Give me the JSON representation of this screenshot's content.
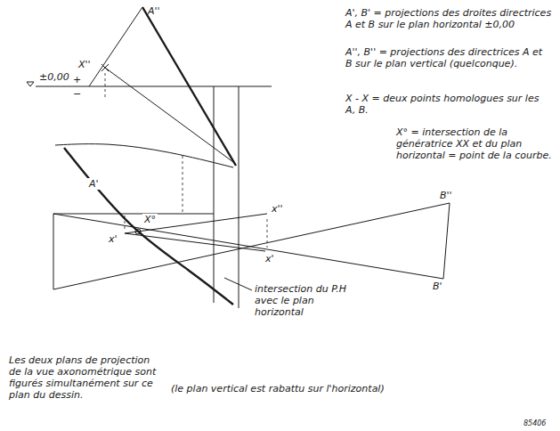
{
  "diagram": {
    "labels": [
      "A', B' = projections des droites directrices A et B sur le plan horizontal ±0,00",
      "A'', B'' = projections des directrices A et B sur le plan vertical (quelconque).",
      "X - X = deux points homologues sur les A, B.",
      "X° = intersection de la génératrice XX et du plan horizontal = point de la courbe.",
      "A''",
      "X''",
      "±0,00",
      "+",
      "−",
      "A'",
      "B''",
      "B'",
      "X°",
      "x'",
      "x''",
      "x'",
      "intersection du P.H avec le plan horizontal",
      "Les deux plans de projection de la vue axonométrique sont figurés simultanément sur ce plan du dessin.",
      "(le plan vertical est rabattu sur l'horizontal)",
      "85406"
    ]
  }
}
